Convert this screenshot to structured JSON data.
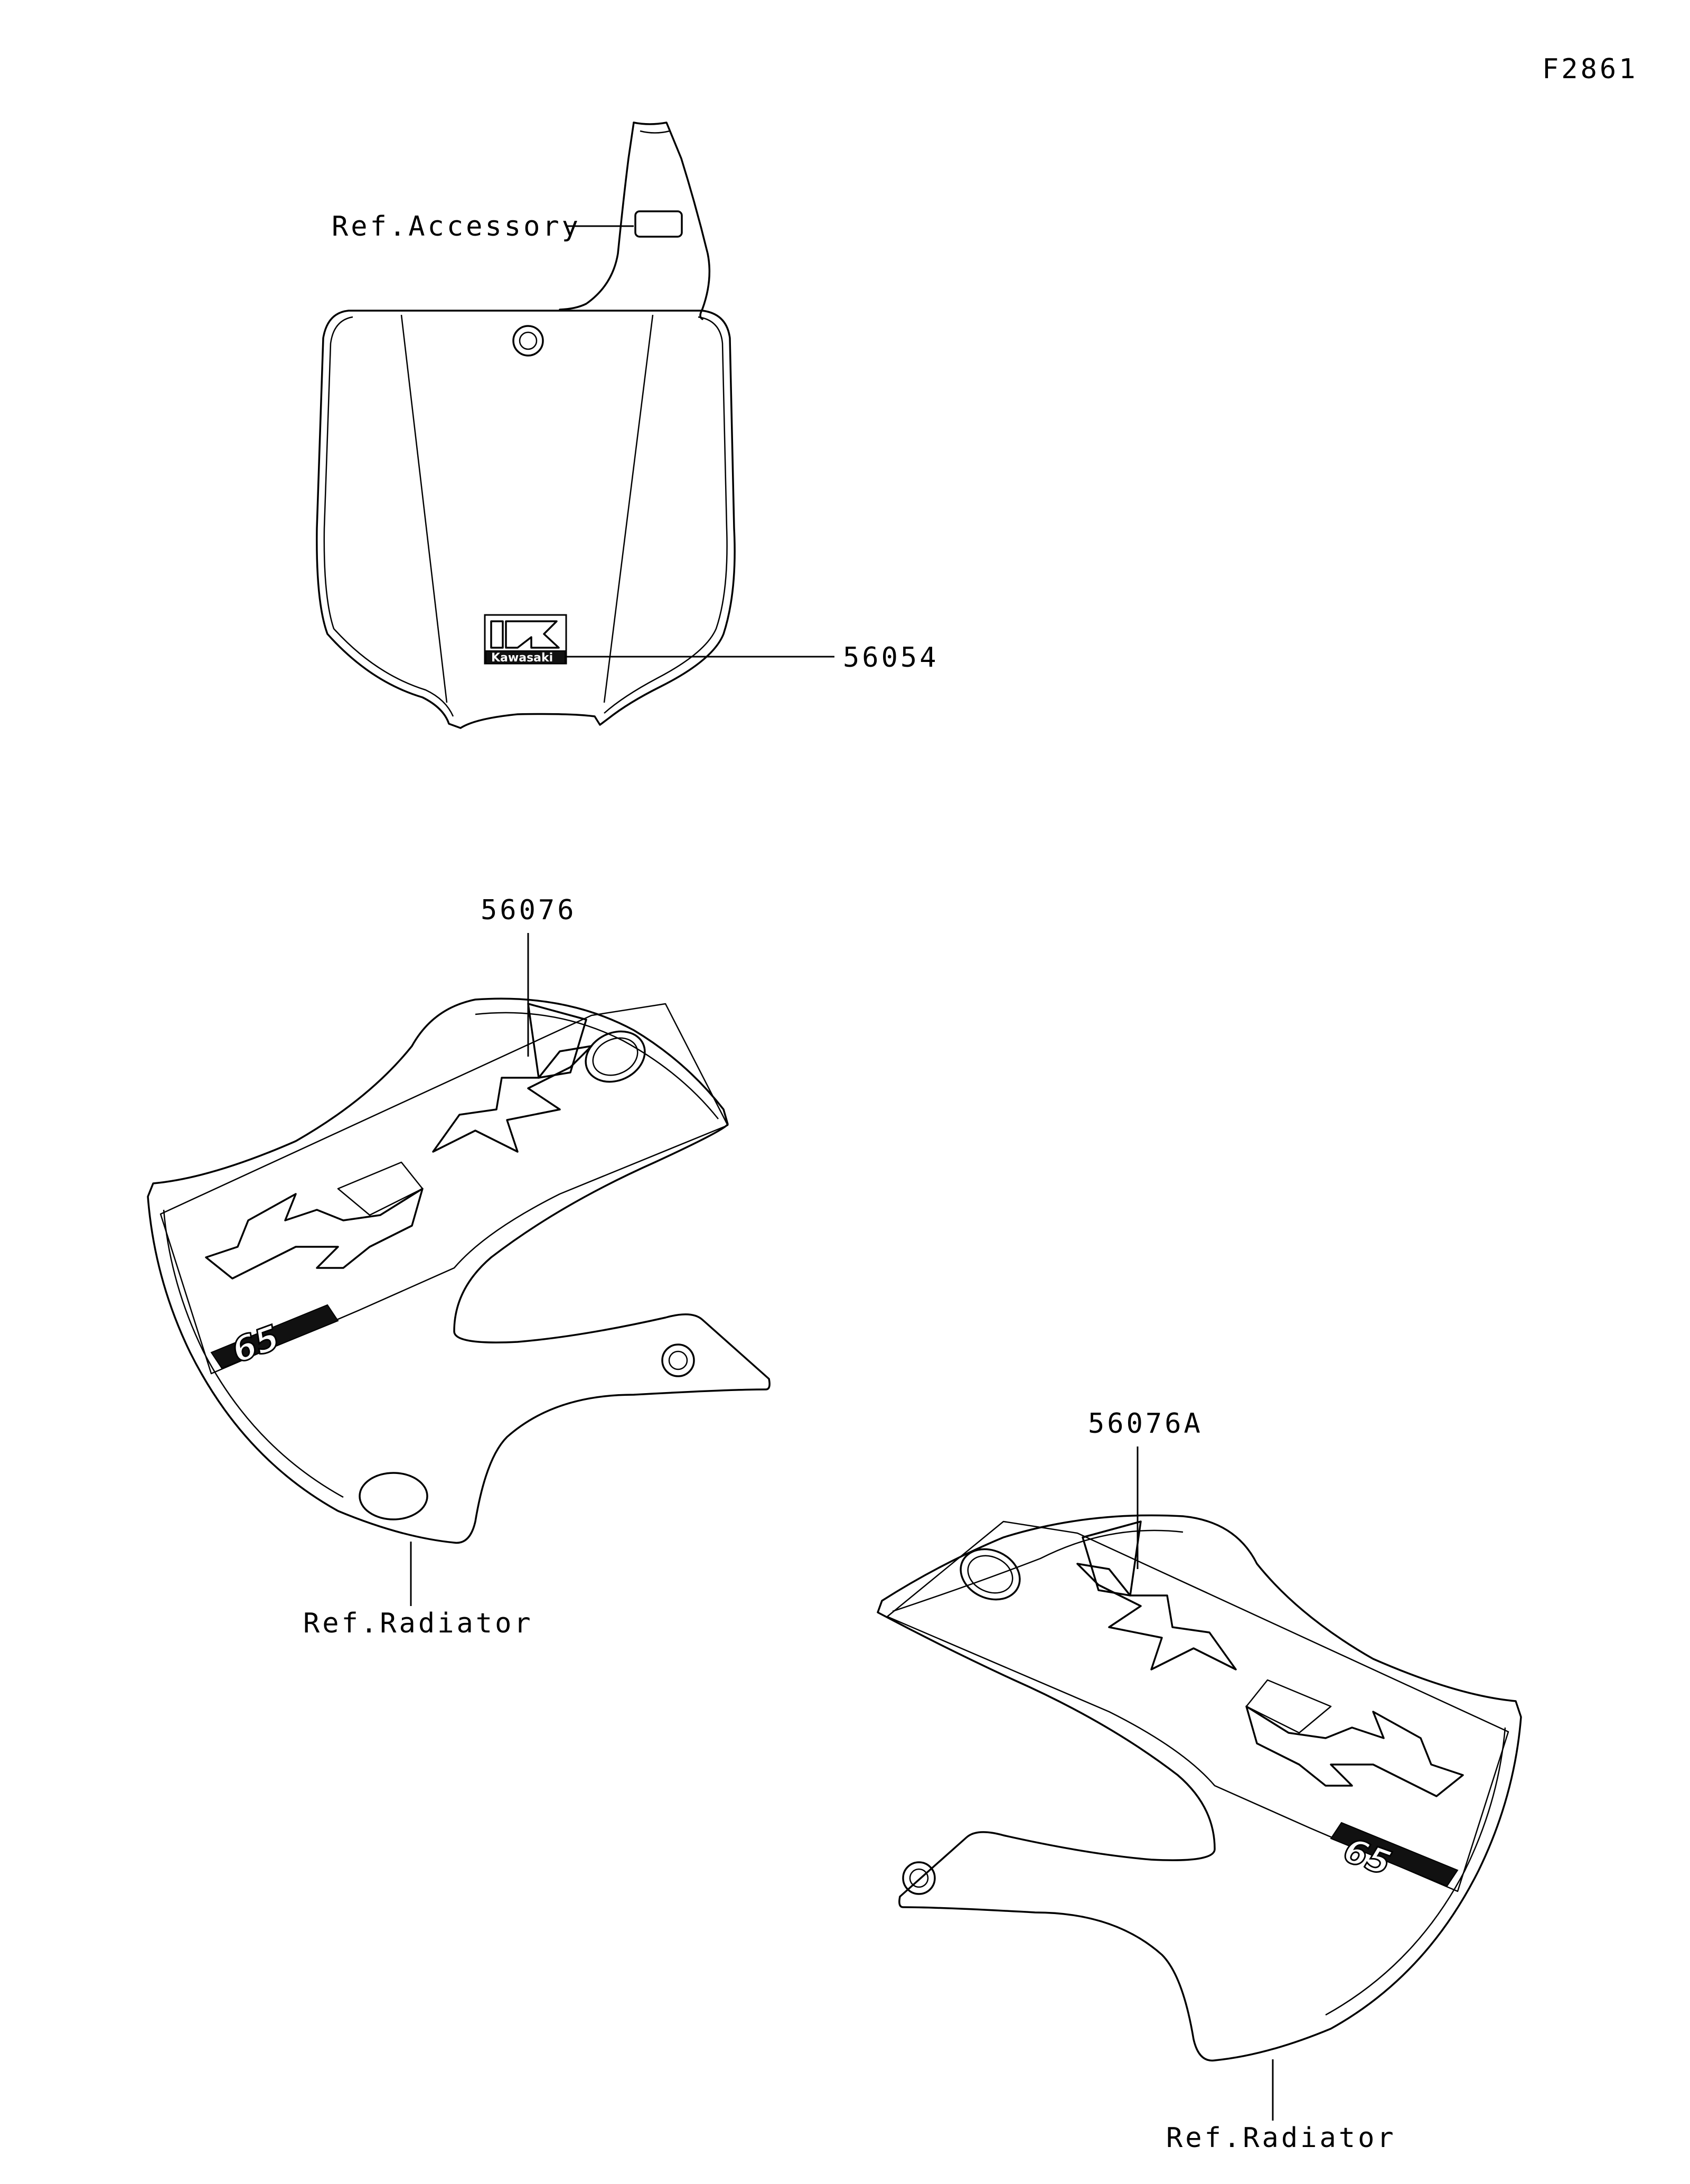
{
  "figure_id": "F2861",
  "callouts": {
    "ref_accessory": "Ref.Accessory",
    "part_56054": "56054",
    "part_56076": "56076",
    "ref_radiator_left": "Ref.Radiator",
    "part_56076A": "56076A",
    "ref_radiator_right": "Ref.Radiator"
  },
  "logo": {
    "brand": "Kawasaki"
  },
  "decals": {
    "left_number": "65",
    "right_number": "65"
  },
  "colors": {
    "line": "#000000",
    "background": "#ffffff"
  }
}
